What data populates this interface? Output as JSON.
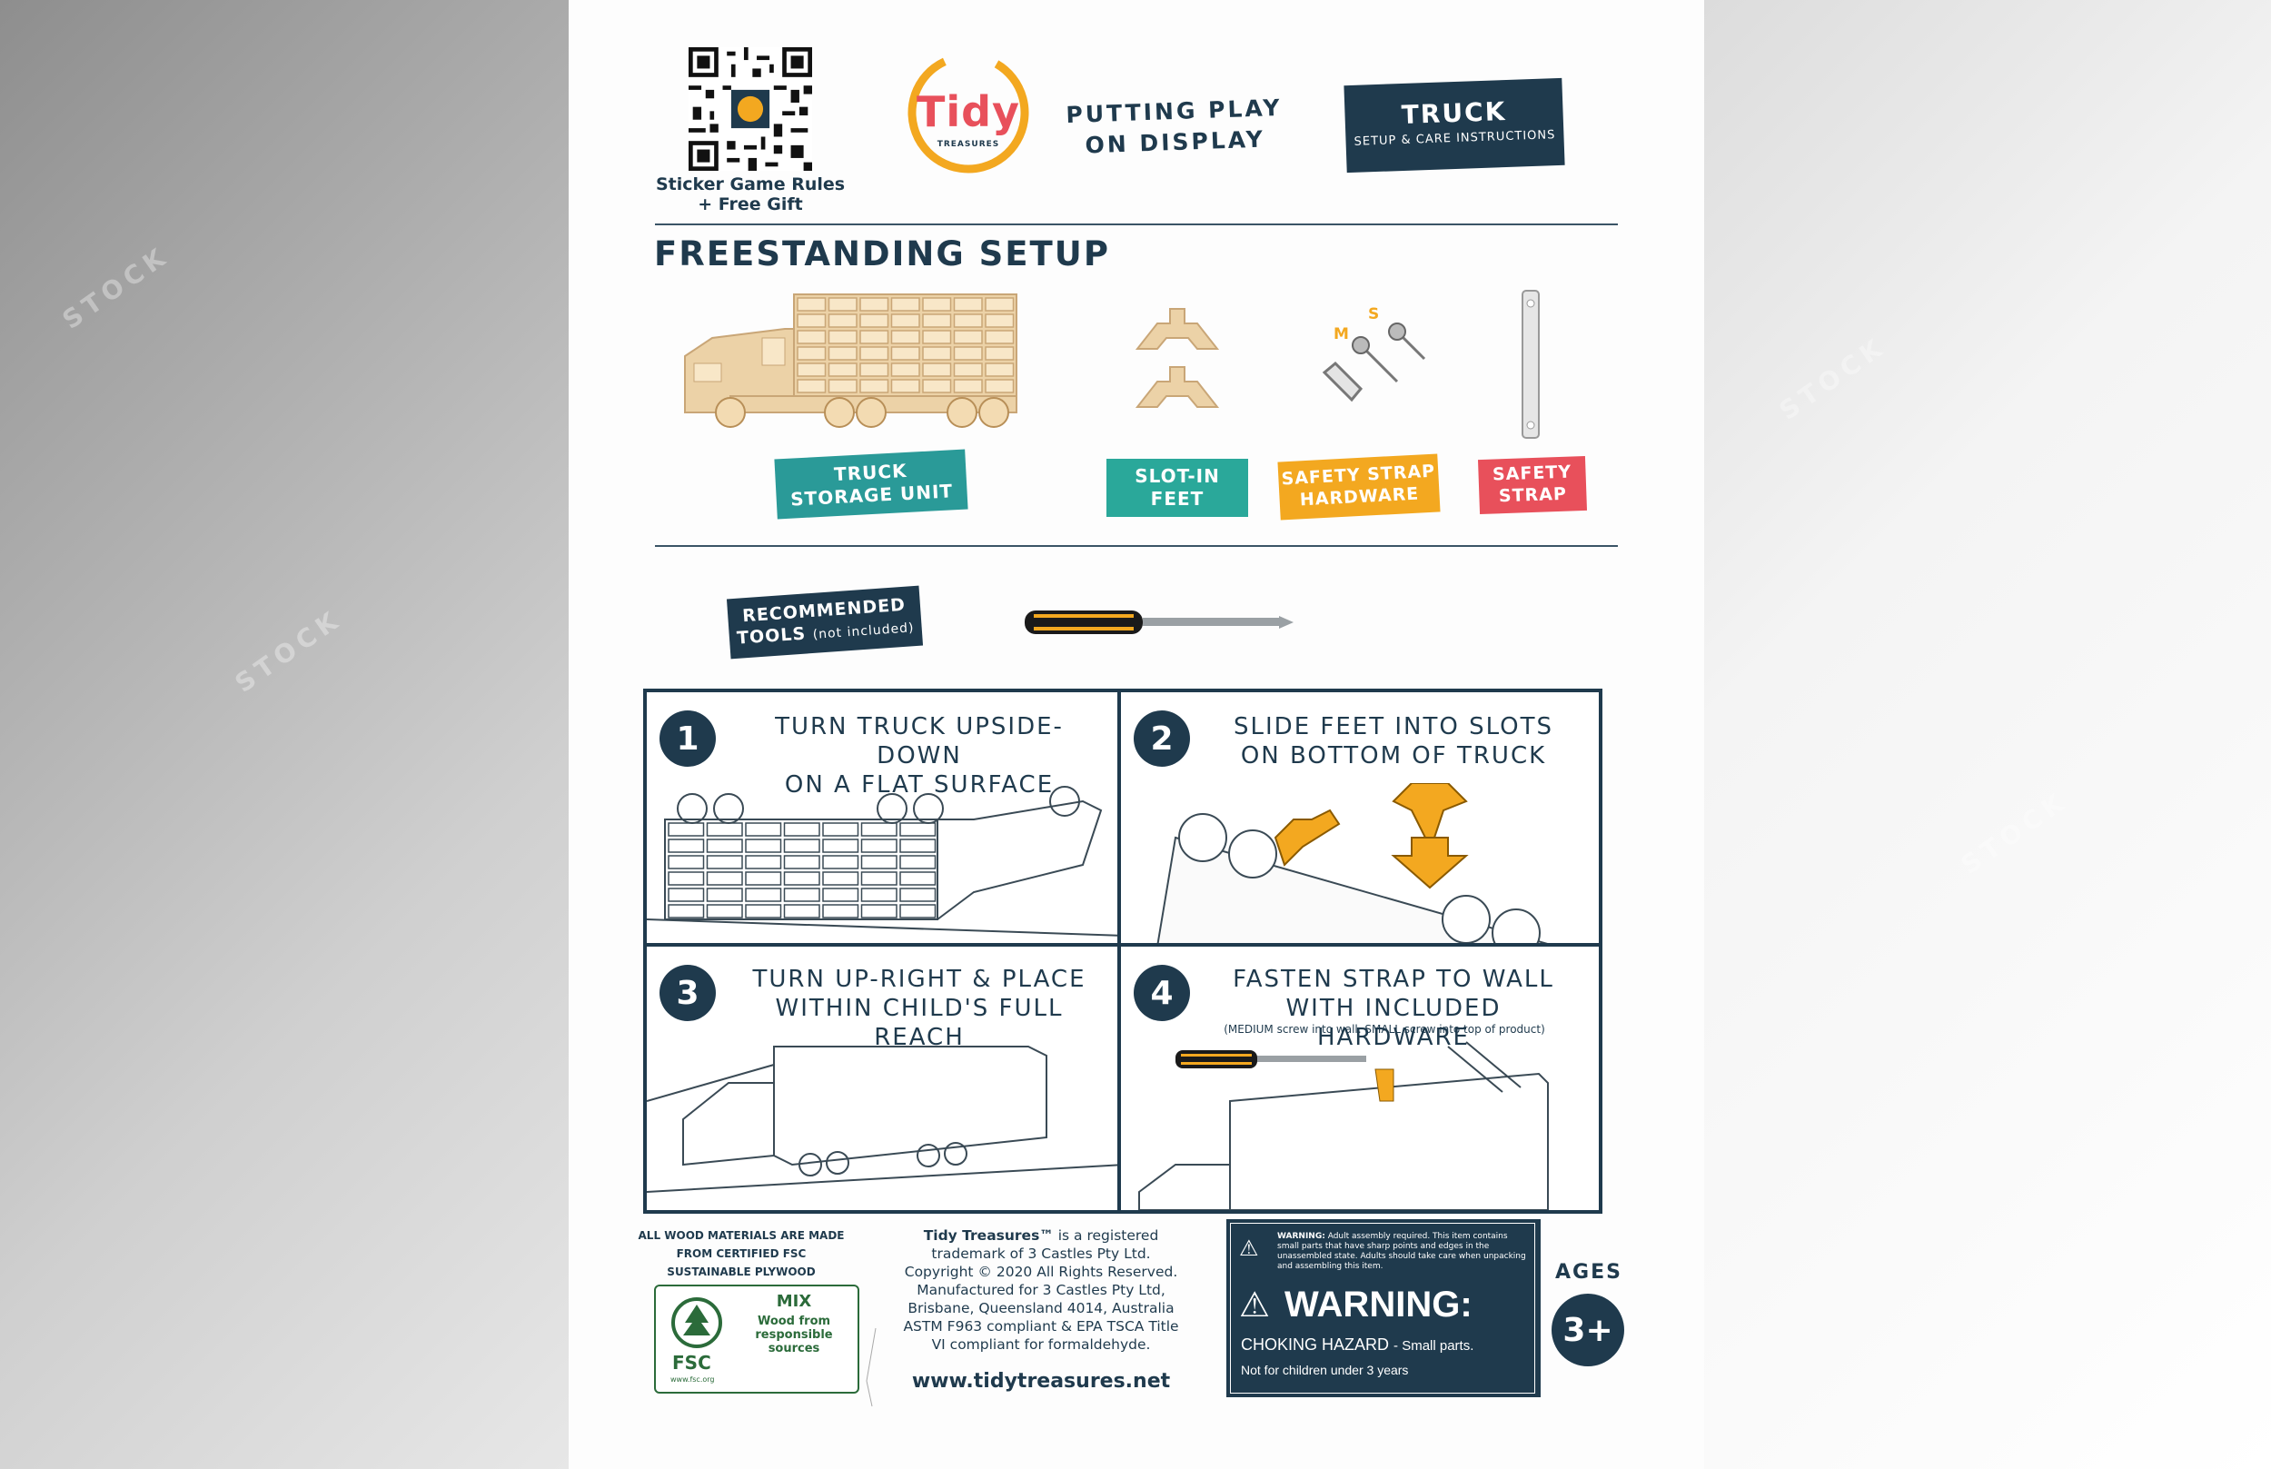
{
  "header": {
    "qr_caption_line1": "Sticker Game Rules",
    "qr_caption_line2": "+ Free Gift",
    "logo_text": "Tidy",
    "logo_sub": "TREASURES",
    "slogan_line1": "PUTTING PLAY",
    "slogan_line2": "ON DISPLAY",
    "product_title": "TRUCK",
    "product_subtitle": "SETUP & CARE INSTRUCTIONS"
  },
  "section": {
    "title": "FREESTANDING SETUP",
    "parts": [
      {
        "label_line1": "TRUCK",
        "label_line2": "STORAGE UNIT",
        "color": "#2a9a98"
      },
      {
        "label_line1": "SLOT-IN",
        "label_line2": "FEET",
        "color": "#2aa89a"
      },
      {
        "label_line1": "SAFETY STRAP",
        "label_line2": "HARDWARE",
        "color": "#f3a820"
      },
      {
        "label_line1": "SAFETY",
        "label_line2": "STRAP",
        "color": "#e8505b"
      }
    ],
    "hardware_m": "M",
    "hardware_s": "S",
    "tools_line1": "RECOMMENDED",
    "tools_line2": "TOOLS",
    "tools_note": "(not included)"
  },
  "steps": [
    {
      "num": "1",
      "line1": "TURN TRUCK UPSIDE-DOWN",
      "line2": "ON A FLAT SURFACE"
    },
    {
      "num": "2",
      "line1": "SLIDE FEET INTO SLOTS",
      "line2": "ON BOTTOM OF TRUCK"
    },
    {
      "num": "3",
      "line1": "TURN UP-RIGHT & PLACE",
      "line2": "WITHIN CHILD'S FULL REACH"
    },
    {
      "num": "4",
      "line1": "FASTEN STRAP TO WALL",
      "line2": "WITH INCLUDED HARDWARE",
      "note": "(MEDIUM screw into wall. SMALL screw into top of product)"
    }
  ],
  "footer": {
    "fsc_line1": "ALL WOOD MATERIALS ARE MADE",
    "fsc_line2": "FROM CERTIFIED FSC",
    "fsc_line3": "SUSTAINABLE PLYWOOD",
    "fsc_mix": "MIX",
    "fsc_wood1": "Wood from",
    "fsc_wood2": "responsible",
    "fsc_wood3": "sources",
    "fsc_logo": "FSC",
    "fsc_site": "www.fsc.org",
    "legal_bold": "Tidy Treasures™",
    "legal_lines": [
      "is a registered",
      "trademark of 3 Castles Pty Ltd.",
      "Copyright © 2020 All Rights Reserved.",
      "Manufactured for 3 Castles Pty Ltd,",
      "Brisbane, Queensland 4014, Australia",
      "ASTM F963 compliant & EPA TSCA Title",
      "VI compliant for formaldehyde."
    ],
    "website": "www.tidytreasures.net",
    "warn_small_title": "WARNING:",
    "warn_small_text": "Adult assembly required. This item contains small parts that have sharp points and edges in the unassembled state. Adults should take care when unpacking and assembling this item.",
    "warn_big": "WARNING:",
    "warn_choking": "CHOKING HAZARD",
    "warn_choking_rest": "- Small parts.",
    "warn_age_note": "Not for children under 3 years",
    "ages_label": "AGES",
    "ages_value": "3+"
  }
}
